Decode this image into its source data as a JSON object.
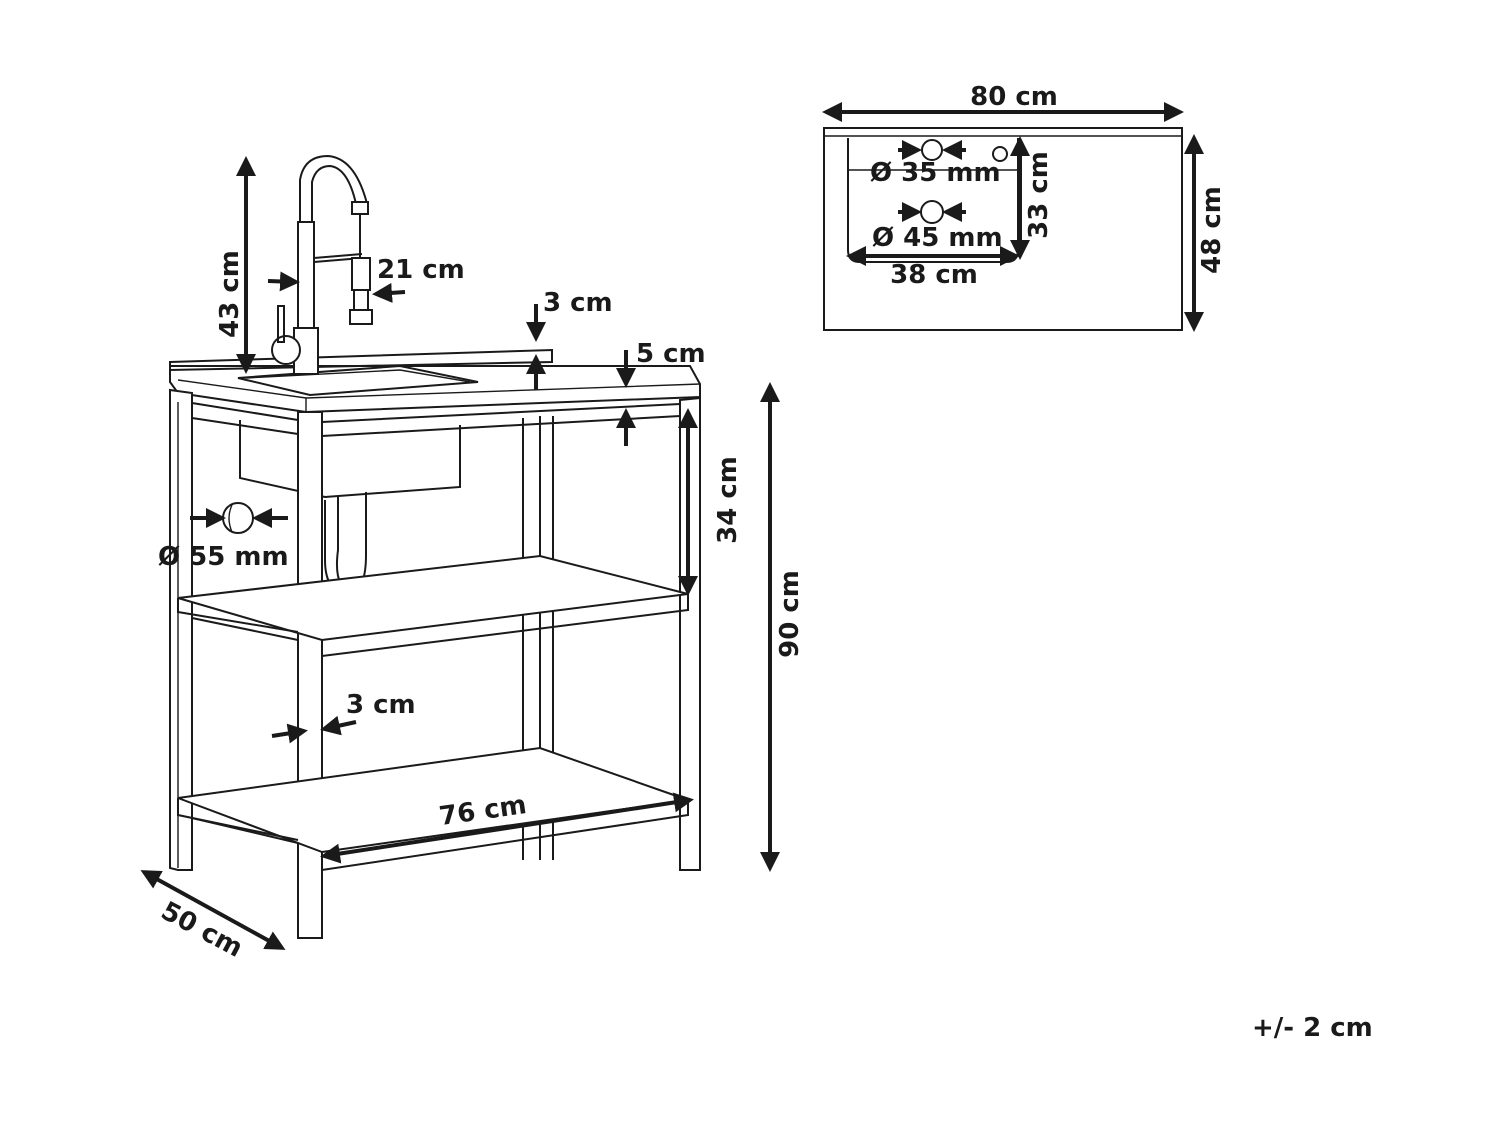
{
  "front_view": {
    "faucet_height": "43 cm",
    "faucet_diameter": "21 cm",
    "backsplash_height": "3 cm",
    "countertop_thickness": "5 cm",
    "shelf_clearance": "34 cm",
    "total_height": "90 cm",
    "drain_hole": "Ø 55 mm",
    "leg_width": "3 cm",
    "shelf_width": "76 cm",
    "depth": "50 cm"
  },
  "top_view": {
    "width": "80 cm",
    "depth": "48 cm",
    "basin_depth": "33 cm",
    "basin_width": "38 cm",
    "tap_hole": "Ø 35 mm",
    "drain_hole": "Ø 45 mm"
  },
  "tolerance": "+/- 2 cm",
  "colors": {
    "line": "#1a1a1a",
    "background": "#ffffff"
  }
}
